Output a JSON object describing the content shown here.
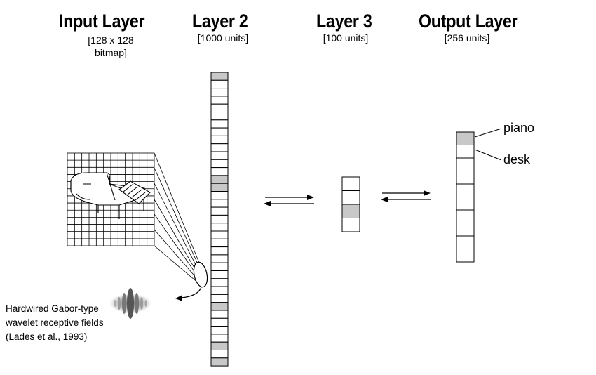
{
  "titles": {
    "input": "Input Layer",
    "layer2": "Layer 2",
    "layer3": "Layer 3",
    "output": "Output Layer"
  },
  "subtitles": {
    "input_line1": "[128 x 128",
    "input_line2": "bitmap]",
    "layer2": "[1000 units]",
    "layer3": "[100 units]",
    "output": "[256 units]"
  },
  "output_labels": {
    "first": "piano",
    "second": "desk"
  },
  "caption": {
    "line1": "Hardwired Gabor-type",
    "line2": "wavelet receptive fields",
    "line3": "(Lades et al., 1993)"
  },
  "columns": {
    "layer2": {
      "cells": 37,
      "highlighted": [
        0,
        13,
        14,
        29,
        34,
        36
      ]
    },
    "layer3": {
      "cells": 4,
      "highlighted": [
        2
      ]
    },
    "output": {
      "cells": 10,
      "highlighted": [
        0
      ]
    }
  },
  "colors": {
    "highlight": "#c8c8c8",
    "line": "#000000"
  }
}
